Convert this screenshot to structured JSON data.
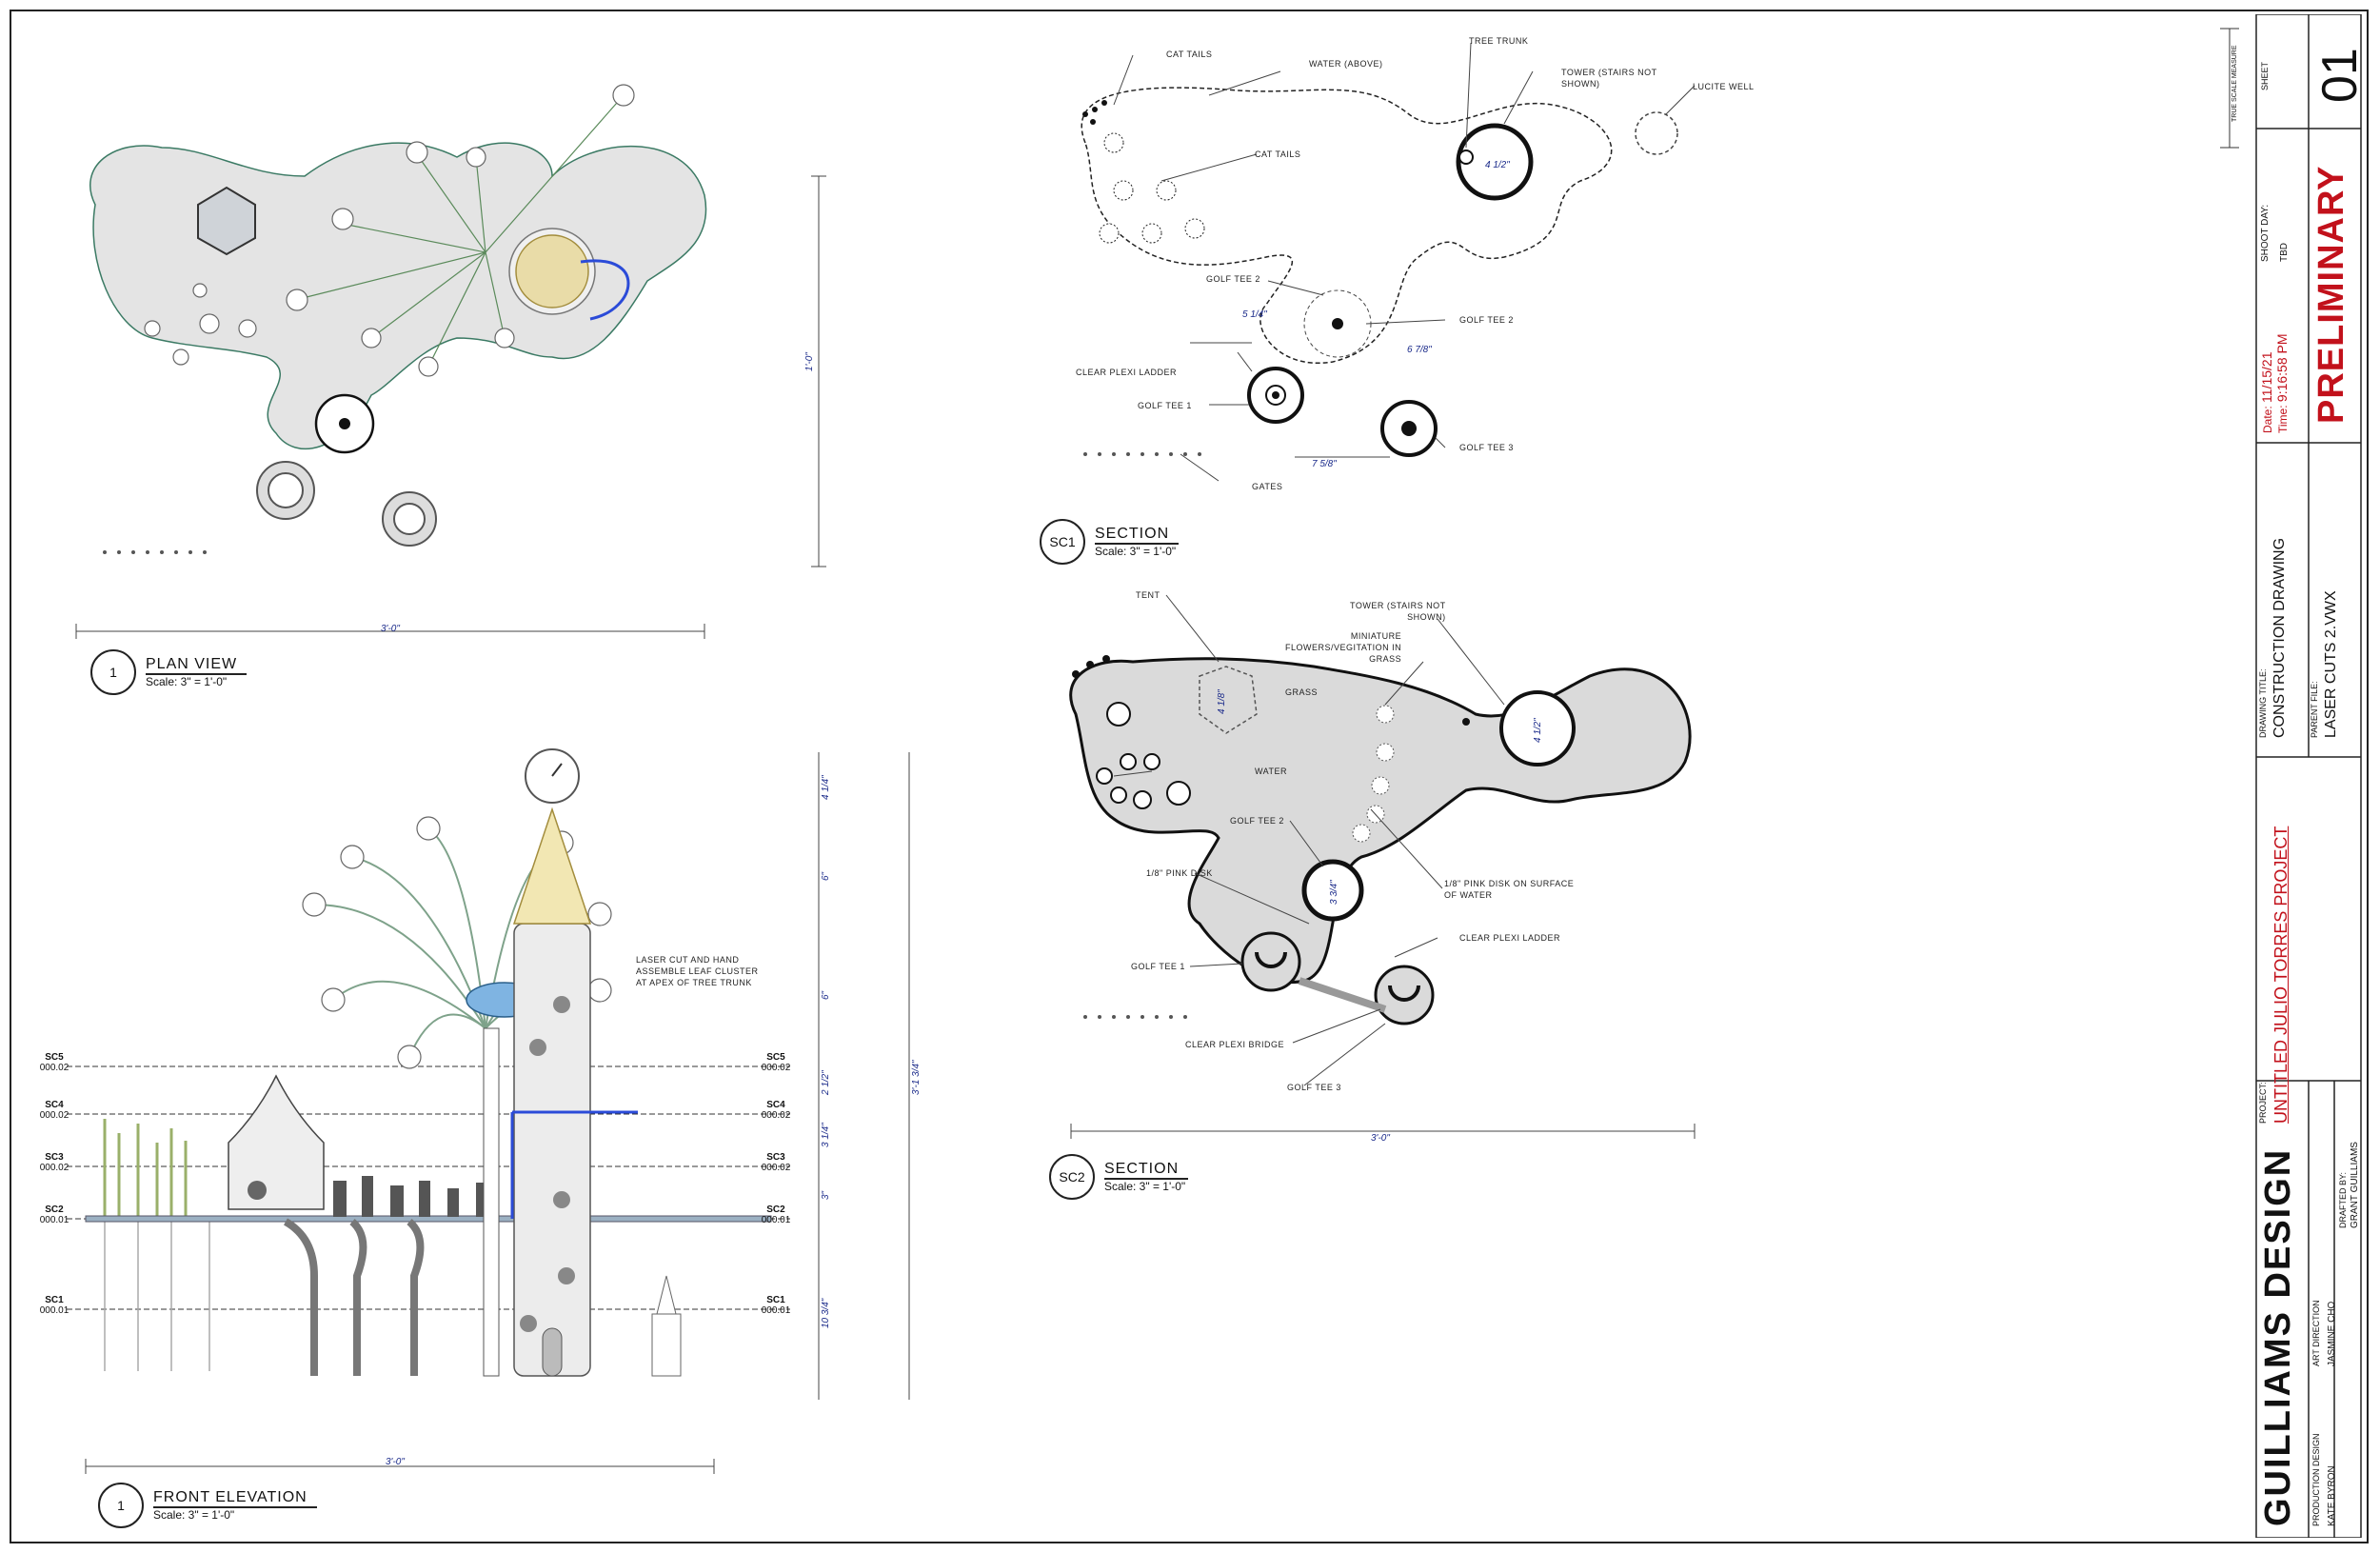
{
  "colors": {
    "accent_red": "#c2111b",
    "dim_blue": "#1a2a8a",
    "line": "#222222",
    "fill_gray": "#d8d8d8"
  },
  "views": {
    "plan": {
      "number": "1",
      "name": "PLAN VIEW",
      "scale": "Scale: 3\" = 1'-0\"",
      "dim_h": "3'-0\"",
      "dim_v": "1'-0\""
    },
    "front": {
      "number": "1",
      "name": "FRONT ELEVATION",
      "scale": "Scale: 3\" = 1'-0\"",
      "dim_h": "3'-0\"",
      "dims_v": [
        "4 1/4\"",
        "6\"",
        "6\"",
        "2 1/2\"",
        "3 1/4\"",
        "3\"",
        "10 3/4\""
      ],
      "dim_total": "3'-1 3/4\"",
      "note": [
        "LASER CUT AND HAND",
        "ASSEMBLE LEAF CLUSTER",
        "AT APEX OF TREE TRUNK"
      ],
      "markers": [
        {
          "id": "SC5",
          "ref": "000.02"
        },
        {
          "id": "SC4",
          "ref": "000.02"
        },
        {
          "id": "SC3",
          "ref": "000.02"
        },
        {
          "id": "SC2",
          "ref": "000.01"
        },
        {
          "id": "SC1",
          "ref": "000.01"
        }
      ]
    },
    "sc1": {
      "number": "SC1",
      "name": "SECTION",
      "scale": "Scale: 3\" = 1'-0\"",
      "labels": {
        "cat_tails_1": "CAT TAILS",
        "water_above": "WATER (ABOVE)",
        "tree_trunk": "TREE TRUNK",
        "tower": [
          "TOWER (STAIRS NOT",
          "SHOWN)"
        ],
        "lucite_well": "LUCITE WELL",
        "cat_tails_2": "CAT TAILS",
        "golf_tee_2a": "GOLF TEE 2",
        "golf_tee_2b": "GOLF TEE 2",
        "ladder": "CLEAR PLEXI LADDER",
        "golf_tee_1": "GOLF TEE 1",
        "golf_tee_3": "GOLF TEE 3",
        "gates": "GATES"
      },
      "dims": {
        "tower": "4 1/2\"",
        "a": "5 1/4\"",
        "b": "6 7/8\"",
        "c": "7 5/8\""
      }
    },
    "sc2": {
      "number": "SC2",
      "name": "SECTION",
      "scale": "Scale: 3\" = 1'-0\"",
      "dim_h": "3'-0\"",
      "labels": {
        "tent": "TENT",
        "tower": [
          "TOWER (STAIRS NOT",
          "SHOWN)"
        ],
        "flowers": [
          "MINIATURE",
          "FLOWERS/VEGITATION IN",
          "GRASS"
        ],
        "grass": "GRASS",
        "water": "WATER",
        "golf_tee_2": "GOLF TEE 2",
        "pink_disk": "1/8\" PINK DISK",
        "pink_disk_surface": [
          "1/8\" PINK DISK ON SURFACE",
          "OF WATER"
        ],
        "ladder": "CLEAR PLEXI LADDER",
        "golf_tee_1": "GOLF TEE 1",
        "bridge": "CLEAR PLEXI BRIDGE",
        "golf_tee_3": "GOLF TEE 3"
      },
      "dims": {
        "tent": "4 1/8\"",
        "tower": "4 1/2\"",
        "tee": "3 3/4\""
      }
    }
  },
  "title_block": {
    "sheet_label": "SHEET",
    "sheet_number": "01",
    "scale_label": "TRUE SCALE MEASURE",
    "shoot_day_label": "SHOOT DAY:",
    "shoot_day": "TBD",
    "date_label": "Date:",
    "date": "11/15/21",
    "time_label": "Time:",
    "time": "9:16:58 PM",
    "status": "PRELIMINARY",
    "drawing_title_label": "DRAWING TITLE:",
    "drawing_title": "CONSTRUCTION DRAWING",
    "parent_file_label": "PARENT FILE:",
    "parent_file": "LASER CUTS 2.VWX",
    "project_label": "PROJECT:",
    "project": "UNTITLED JULIO TORRES PROJECT",
    "company": "GUILLIAMS DESIGN",
    "production_design_label": "PRODUCTION DESIGN",
    "production_design": "KATE BYRON",
    "art_direction_label": "ART DIRECTION",
    "art_direction": "JASMINE CHO",
    "drafted_by_label": "DRAFTED BY:",
    "drafted_by": "GRANT GUILLIAMS"
  }
}
